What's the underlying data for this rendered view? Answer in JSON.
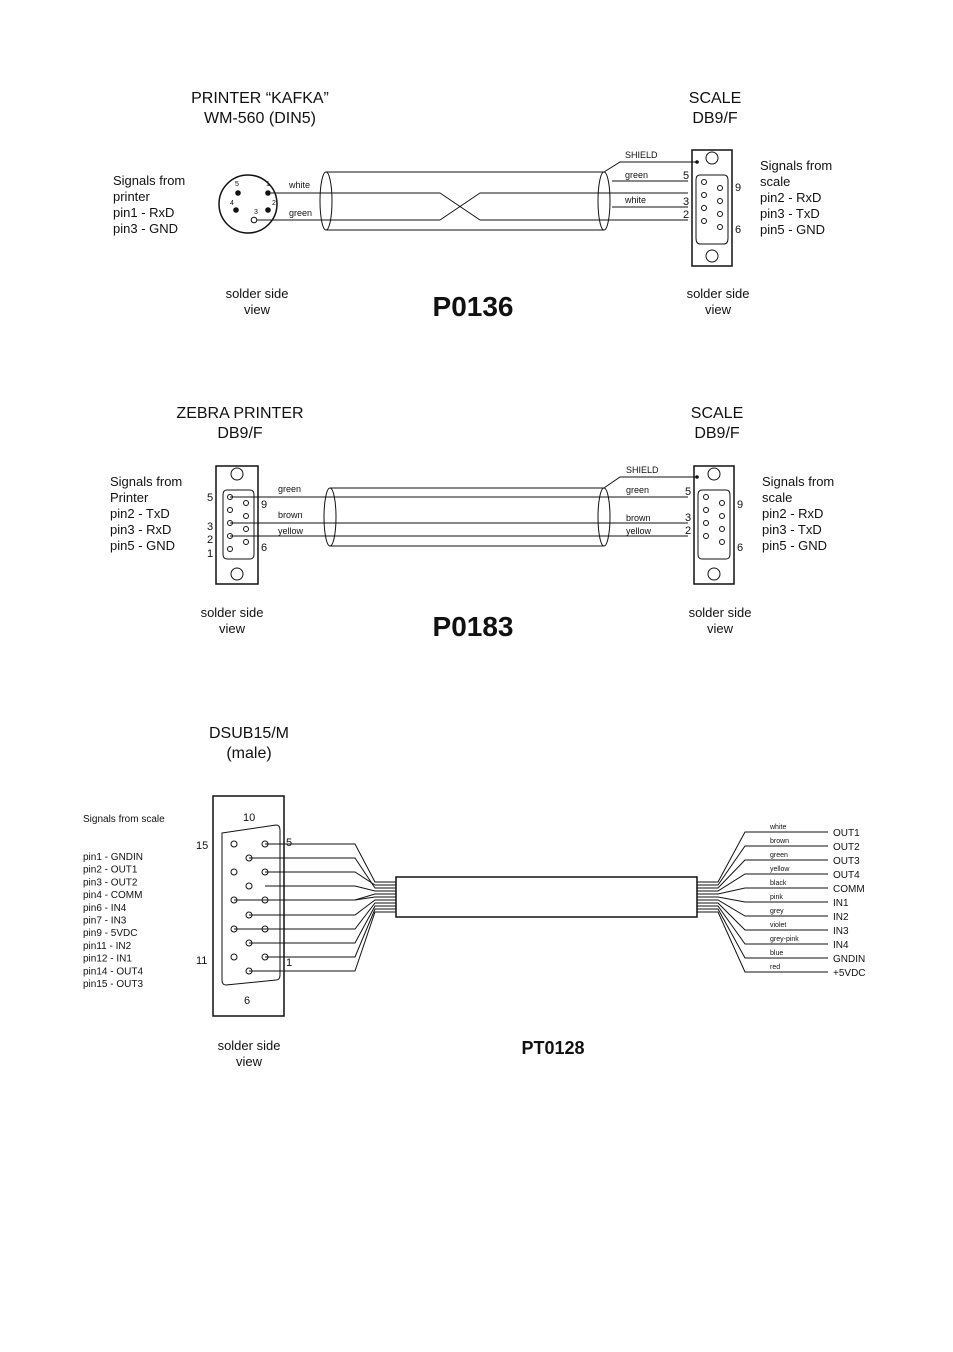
{
  "d1": {
    "left_title": [
      "PRINTER “KAFKA”",
      "WM-560 (DIN5)"
    ],
    "right_title": [
      "SCALE",
      "DB9/F"
    ],
    "left_signals": [
      "Signals from",
      "printer",
      "pin1 - RxD",
      "pin3 - GND"
    ],
    "right_signals": [
      "Signals from",
      "scale",
      "pin2 - RxD",
      "pin3 - TxD",
      "pin5 - GND"
    ],
    "din_pins": [
      "5",
      "1",
      "4",
      "2",
      "3"
    ],
    "wires_left": [
      "white",
      "green"
    ],
    "wires_right": [
      "SHIELD",
      "green",
      "white"
    ],
    "db9_pins": [
      "5",
      "3",
      "2",
      "9",
      "6"
    ],
    "solder_left": [
      "solder side",
      "view"
    ],
    "solder_right": [
      "solder side",
      "view"
    ],
    "code": "P0136"
  },
  "d2": {
    "left_title": [
      "ZEBRA PRINTER",
      "DB9/F"
    ],
    "right_title": [
      "SCALE",
      "DB9/F"
    ],
    "left_signals": [
      "Signals from",
      "Printer",
      "pin2 - TxD",
      "pin3 - RxD",
      "pin5 - GND"
    ],
    "right_signals": [
      "Signals from",
      "scale",
      "pin2 - RxD",
      "pin3 - TxD",
      "pin5 - GND"
    ],
    "left_pins": [
      "5",
      "3",
      "2",
      "1",
      "9",
      "6"
    ],
    "right_pins": [
      "5",
      "3",
      "2",
      "9",
      "6"
    ],
    "wires_left": [
      "green",
      "brown",
      "yellow"
    ],
    "wires_right": [
      "SHIELD",
      "green",
      "brown",
      "yellow"
    ],
    "solder_left": [
      "solder side",
      "view"
    ],
    "solder_right": [
      "solder side",
      "view"
    ],
    "code": "P0183"
  },
  "d3": {
    "title": [
      "DSUB15/M",
      "(male)"
    ],
    "signals_title": "Signals from scale",
    "signals": [
      "pin1 - GNDIN",
      "pin2 - OUT1",
      "pin3 - OUT2",
      "pin4 - COMM",
      "pin6 - IN4",
      "pin7 - IN3",
      "pin9 - 5VDC",
      "pin11 - IN2",
      "pin12 - IN1",
      "pin14 - OUT4",
      "pin15 - OUT3"
    ],
    "conn_pins": [
      "10",
      "15",
      "5",
      "11",
      "1",
      "6"
    ],
    "wire_colors": [
      "white",
      "brown",
      "green",
      "yellow",
      "black",
      "pink",
      "grey",
      "violet",
      "grey-pink",
      "blue",
      "red"
    ],
    "outputs": [
      "OUT1",
      "OUT2",
      "OUT3",
      "OUT4",
      "COMM",
      "IN1",
      "IN2",
      "IN3",
      "IN4",
      "GNDIN",
      "+5VDC"
    ],
    "solder": [
      "solder side",
      "view"
    ],
    "code": "PT0128"
  }
}
